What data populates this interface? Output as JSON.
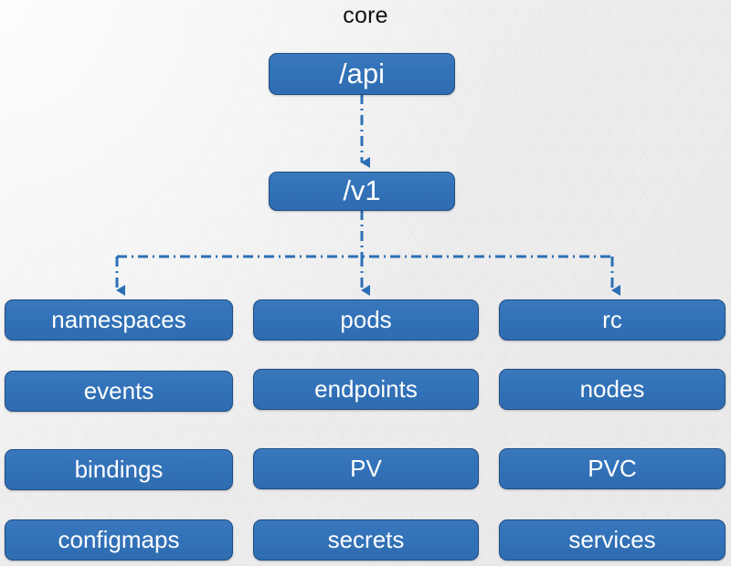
{
  "diagram": {
    "title": "core",
    "type": "tree-diagram",
    "accent_color": "#3272b8",
    "border_color": "#1f4e85",
    "connector_color": "#2d6fb5",
    "background_color": "#ededed",
    "title_color": "#111111",
    "text_color": "#ffffff"
  },
  "nodes": {
    "root": {
      "label": "/api"
    },
    "version": {
      "label": "/v1"
    },
    "columns": [
      {
        "name": "column-1",
        "items": [
          {
            "label": "namespaces",
            "connected": true
          },
          {
            "label": "events",
            "connected": false
          },
          {
            "label": "bindings",
            "connected": false
          },
          {
            "label": "configmaps",
            "connected": false
          }
        ]
      },
      {
        "name": "column-2",
        "items": [
          {
            "label": "pods",
            "connected": true
          },
          {
            "label": "endpoints",
            "connected": false
          },
          {
            "label": "PV",
            "connected": false
          },
          {
            "label": "secrets",
            "connected": false
          }
        ]
      },
      {
        "name": "column-3",
        "items": [
          {
            "label": "rc",
            "connected": true
          },
          {
            "label": "nodes",
            "connected": false
          },
          {
            "label": "PVC",
            "connected": false
          },
          {
            "label": "services",
            "connected": false
          }
        ]
      }
    ]
  },
  "connectors": [
    {
      "name": "api-to-v1",
      "from": "/api",
      "to": "/v1",
      "style": "dash-dot",
      "arrow": true
    },
    {
      "name": "v1-to-namespaces",
      "from": "/v1",
      "to": "namespaces",
      "style": "dash-dot",
      "arrow": true
    },
    {
      "name": "v1-to-pods",
      "from": "/v1",
      "to": "pods",
      "style": "dash-dot",
      "arrow": true
    },
    {
      "name": "v1-to-rc",
      "from": "/v1",
      "to": "rc",
      "style": "dash-dot",
      "arrow": true
    }
  ]
}
